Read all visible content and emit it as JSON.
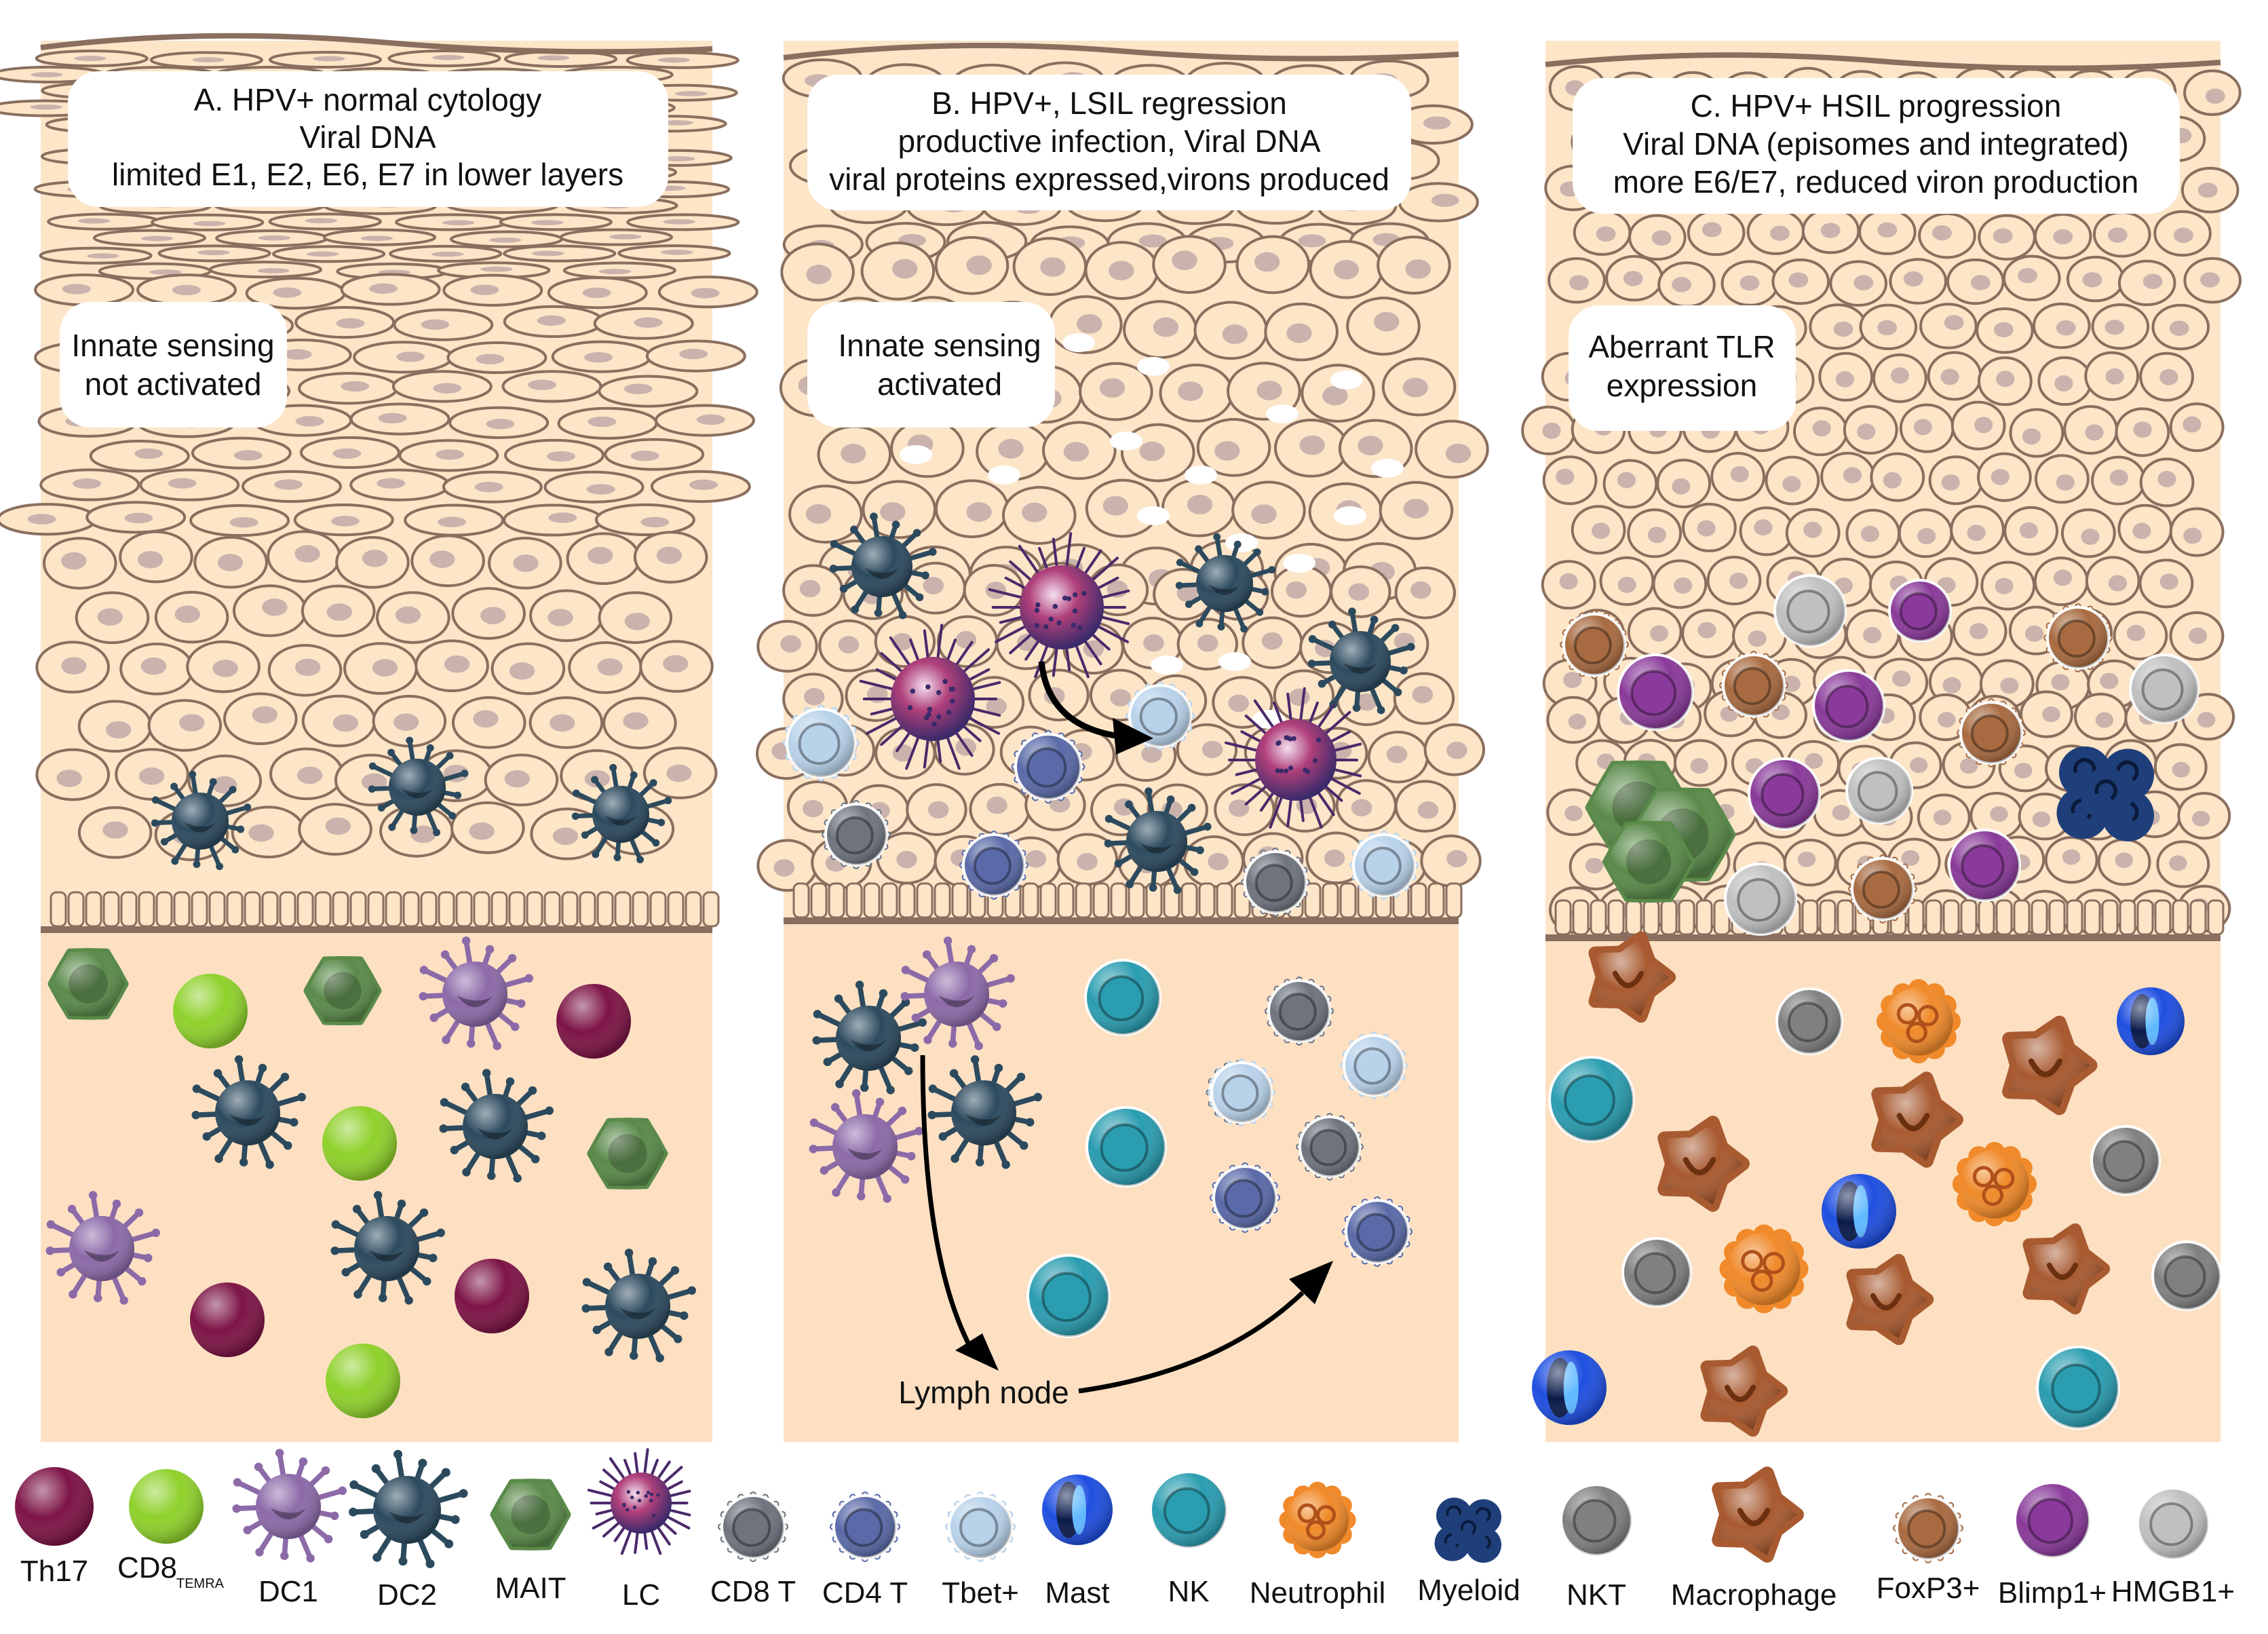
{
  "panels": [
    {
      "id": "A",
      "title_lines": [
        "A.  HPV+ normal cytology",
        "Viral DNA",
        "limited E1, E2, E6, E7 in lower layers"
      ],
      "sensing_lines": [
        "Innate sensing",
        "not activated"
      ]
    },
    {
      "id": "B",
      "title_lines": [
        "B. HPV+, LSIL regression",
        "productive infection, Viral DNA",
        "viral proteins expressed,virons produced"
      ],
      "sensing_lines": [
        "Innate sensing",
        "activated"
      ],
      "lymph_node_label": "Lymph node"
    },
    {
      "id": "C",
      "title_lines": [
        "C. HPV+ HSIL progression",
        "Viral DNA (episomes and integrated)",
        "more E6/E7, reduced viron production"
      ],
      "sensing_lines": [
        "Aberrant TLR",
        "expression"
      ]
    }
  ],
  "legend": [
    {
      "key": "th17",
      "label": "Th17"
    },
    {
      "key": "cd8temra",
      "label": "CD8",
      "subscript": "TEMRA"
    },
    {
      "key": "dc1",
      "label": "DC1"
    },
    {
      "key": "dc2",
      "label": "DC2"
    },
    {
      "key": "mait",
      "label": "MAIT"
    },
    {
      "key": "lc",
      "label": "LC"
    },
    {
      "key": "cd8t",
      "label": "CD8 T"
    },
    {
      "key": "cd4t",
      "label": "CD4 T"
    },
    {
      "key": "tbet",
      "label": "Tbet+"
    },
    {
      "key": "mast",
      "label": "Mast"
    },
    {
      "key": "nk",
      "label": "NK"
    },
    {
      "key": "neutrophil",
      "label": "Neutrophil"
    },
    {
      "key": "myeloid",
      "label": "Myeloid"
    },
    {
      "key": "nkt",
      "label": "NKT"
    },
    {
      "key": "macrophage",
      "label": "Macrophage"
    },
    {
      "key": "foxp3",
      "label": "FoxP3+"
    },
    {
      "key": "blimp1",
      "label": "Blimp1+"
    },
    {
      "key": "hmgb1",
      "label": "HMGB1+"
    }
  ],
  "colors": {
    "tissue": "#fde5c8",
    "cell_outline": "#8a6e5e",
    "nucleus": "#c9b3ac",
    "th17": "#7d1446",
    "cd8temra": "#8fd12c",
    "dc1": "#8c6aa8",
    "dc2": "#2c4a5e",
    "mait": "#5a8a4a",
    "lc": "#8a3a6a",
    "cd8t": "#6e737d",
    "cd4t": "#5a6aa8",
    "tbet": "#b8d2ea",
    "mast": "#1f4fe0",
    "nk": "#2a9db0",
    "neutrophil": "#f08a2a",
    "myeloid": "#1f3f7a",
    "nkt": "#808080",
    "macrophage": "#a85a30",
    "foxp3": "#a86a40",
    "blimp1": "#8a3a9a",
    "hmgb1": "#c0c0c0"
  }
}
